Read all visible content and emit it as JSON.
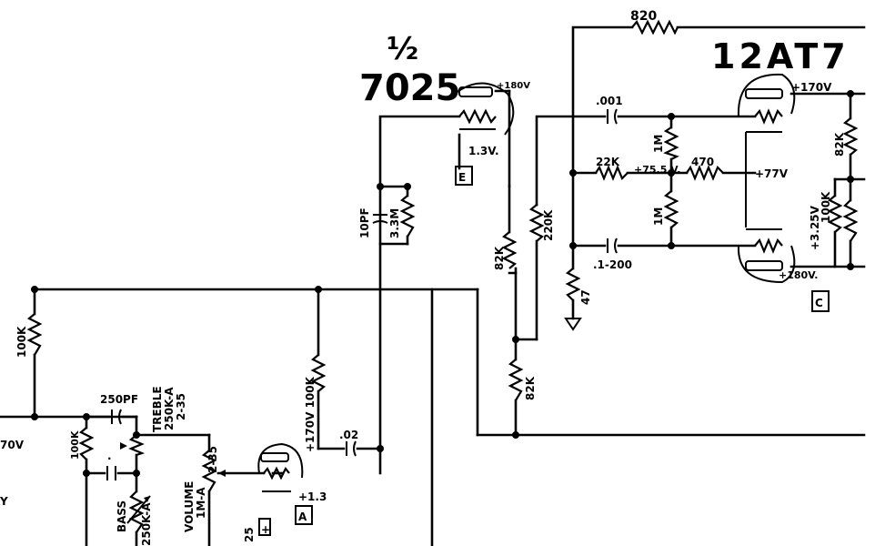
{
  "tubes": {
    "half_label": "½",
    "v1_type": "7025",
    "v2_type": "12AT7"
  },
  "resistors": {
    "r820": "820",
    "r82k_top": "82K",
    "r100k_right": "100K",
    "r22k": "22K",
    "r470": "470",
    "r1m_upper": "1M",
    "r1m_lower": "1M",
    "r220k": "220K",
    "r82k_mid": "82K",
    "r82k_low": "82K",
    "r47": "47",
    "r100k_left": "100K",
    "r100k_170v": "+170V 100K",
    "r100k_tone": "100K",
    "r33m": "3.3M"
  },
  "capacitors": {
    "c001": ".001",
    "c1_200": ".1-200",
    "c10pf": "10PF",
    "c250pf": "250PF",
    "c02": ".02"
  },
  "controls": {
    "treble": "TREBLE",
    "treble_value": "250K-A",
    "treble_part": "2-35",
    "bass": "BASS",
    "bass_value": "250K-A",
    "volume": "VOLUME",
    "volume_value": "1M-A",
    "volume_part": "2-35"
  },
  "voltages": {
    "v180_top": "+180V",
    "v1_3_top": "1.3V.",
    "v170_right": "+170V",
    "v75_5": "+75.5 V.",
    "v77": "+77V",
    "v3_25": "+3.25V",
    "v180_right": "+180V.",
    "v1_3_bottom": "+1.3",
    "v170_left": "70V",
    "vy_left": "Y",
    "v25": "25"
  },
  "test_points": {
    "E": "E",
    "C": "C",
    "A": "A"
  },
  "markers": {
    "plus": "+",
    "dot_mark": "."
  }
}
